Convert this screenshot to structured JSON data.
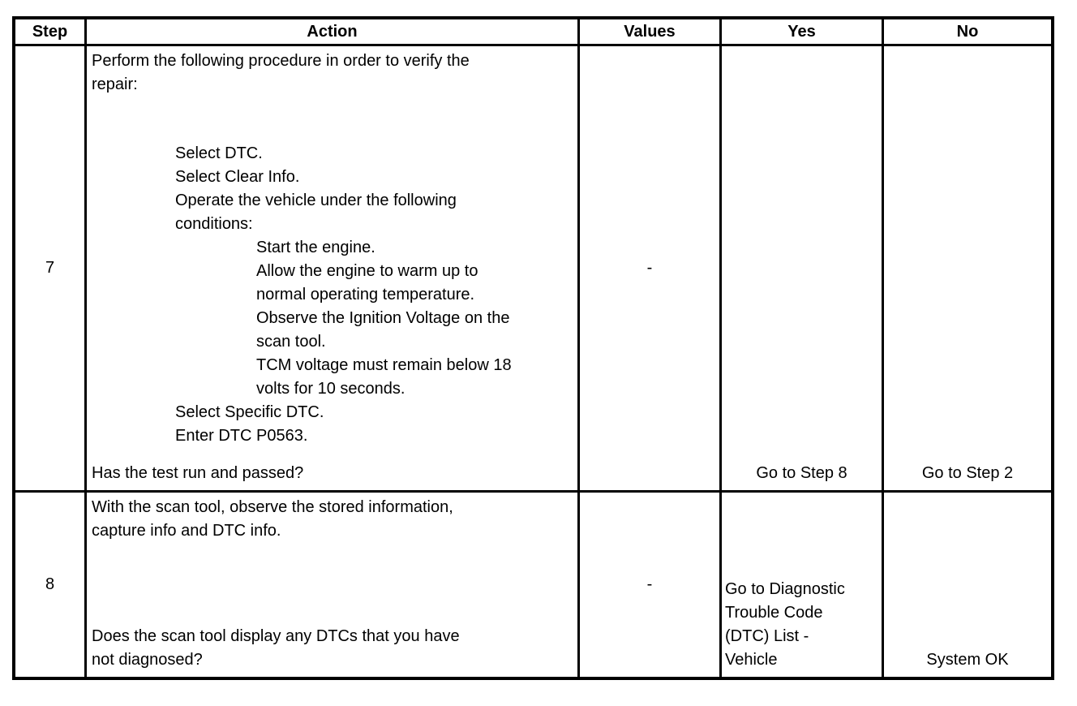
{
  "table": {
    "headers": {
      "step": "Step",
      "action": "Action",
      "values": "Values",
      "yes": "Yes",
      "no": "No"
    },
    "row7": {
      "step": "7",
      "action": {
        "intro": [
          "Perform the following procedure in order to verify the",
          "repair:"
        ],
        "list": [
          "Select DTC.",
          "Select Clear Info.",
          "Operate the vehicle under the following",
          "conditions:",
          "Start the engine.",
          "Allow the engine to warm up to",
          "normal operating temperature.",
          "Observe the Ignition Voltage on the",
          "scan tool.",
          "TCM voltage must remain below 18",
          "volts for 10 seconds.",
          "Select Specific DTC.",
          "Enter DTC P0563."
        ],
        "question": "Has the test run and passed?"
      },
      "values": "-",
      "yes": "Go to Step 8",
      "no": "Go to Step 2"
    },
    "row8": {
      "step": "8",
      "action": {
        "intro": [
          "With the scan tool, observe the stored information,",
          "capture info and DTC info."
        ],
        "question": [
          "Does the scan tool display any DTCs that you have",
          "not diagnosed?"
        ]
      },
      "values": "-",
      "yes": [
        "Go to Diagnostic",
        "Trouble Code",
        "(DTC) List -",
        "Vehicle"
      ],
      "no": "System OK"
    }
  }
}
